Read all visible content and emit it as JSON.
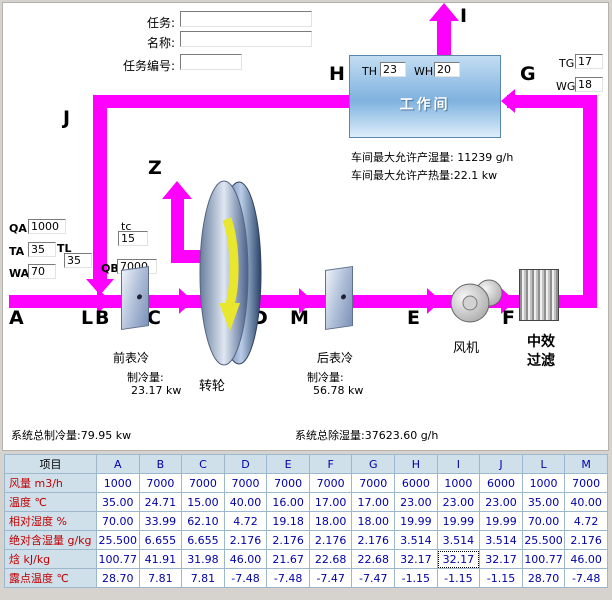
{
  "form": {
    "task_label": "任务:",
    "task_value": "",
    "name_label": "名称:",
    "name_value": "",
    "task_no_label": "任务编号:",
    "task_no_value": ""
  },
  "workroom": {
    "title": "工作间",
    "th_label": "TH",
    "th_value": "23",
    "wh_label": "WH",
    "wh_value": "20",
    "tg_label": "TG",
    "tg_value": "17",
    "wg_label": "WG",
    "wg_value": "18",
    "max_moisture_note": "车间最大允许产湿量: 11239 g/h",
    "max_heat_note": "车间最大允许产热量:22.1 kw"
  },
  "nodes": {
    "A": "A",
    "B": "B",
    "C": "C",
    "D": "D",
    "E": "E",
    "F": "F",
    "G": "G",
    "H": "H",
    "I": "I",
    "J": "J",
    "L": "L",
    "M": "M",
    "Z": "Z"
  },
  "params": {
    "qa_label": "QA",
    "qa_value": "1000",
    "ta_label": "TA",
    "ta_value": "35",
    "tl_label": "TL",
    "tl_value": "35",
    "wa_label": "WA",
    "wa_value": "70",
    "tc_label": "tc",
    "tc_value": "15",
    "qb_label": "QB",
    "qb_value": "7000"
  },
  "components": {
    "front_cooler_label": "前表冷",
    "front_cooling_label": "制冷量:",
    "front_cooling_value": "23.17 kw",
    "wheel_label": "转轮",
    "rear_cooler_label": "后表冷",
    "rear_cooling_label": "制冷量:",
    "rear_cooling_value": "56.78 kw",
    "fan_label": "风机",
    "filter_label_line1": "中效",
    "filter_label_line2": "过滤"
  },
  "totals": {
    "total_cooling": "系统总制冷量:79.95 kw",
    "total_dehumidification": "系统总除湿量:37623.60 g/h"
  },
  "colors": {
    "pipe": "#FF00FF",
    "table_header_bg": "#CFE0EB",
    "table_border": "#9CB8CC",
    "value_text": "#0000A8",
    "row_label_text": "#C00000",
    "workroom_blue": "#7FB2DF"
  },
  "table": {
    "header": [
      "项目",
      "A",
      "B",
      "C",
      "D",
      "E",
      "F",
      "G",
      "H",
      "I",
      "J",
      "L",
      "M"
    ],
    "rows": [
      {
        "label": "风量  m3/h",
        "values": [
          "1000",
          "7000",
          "7000",
          "7000",
          "7000",
          "7000",
          "7000",
          "6000",
          "1000",
          "6000",
          "1000",
          "7000"
        ]
      },
      {
        "label": "温度  ℃",
        "values": [
          "35.00",
          "24.71",
          "15.00",
          "40.00",
          "16.00",
          "17.00",
          "17.00",
          "23.00",
          "23.00",
          "23.00",
          "35.00",
          "40.00"
        ]
      },
      {
        "label": "相对湿度  %",
        "values": [
          "70.00",
          "33.99",
          "62.10",
          "4.72",
          "19.18",
          "18.00",
          "18.00",
          "19.99",
          "19.99",
          "19.99",
          "70.00",
          "4.72"
        ]
      },
      {
        "label": "绝对含湿量 g/kg",
        "values": [
          "25.500",
          "6.655",
          "6.655",
          "2.176",
          "2.176",
          "2.176",
          "2.176",
          "3.514",
          "3.514",
          "3.514",
          "25.500",
          "2.176"
        ]
      },
      {
        "label": "焓  kJ/kg",
        "values": [
          "100.77",
          "41.91",
          "31.98",
          "46.00",
          "21.67",
          "22.68",
          "22.68",
          "32.17",
          "32.17",
          "32.17",
          "100.77",
          "46.00"
        ]
      },
      {
        "label": "露点温度  ℃",
        "values": [
          "28.70",
          "7.81",
          "7.81",
          "-7.48",
          "-7.48",
          "-7.47",
          "-7.47",
          "-1.15",
          "-1.15",
          "-1.15",
          "28.70",
          "-7.48"
        ]
      }
    ],
    "selected": {
      "row": 4,
      "col": 8
    }
  }
}
